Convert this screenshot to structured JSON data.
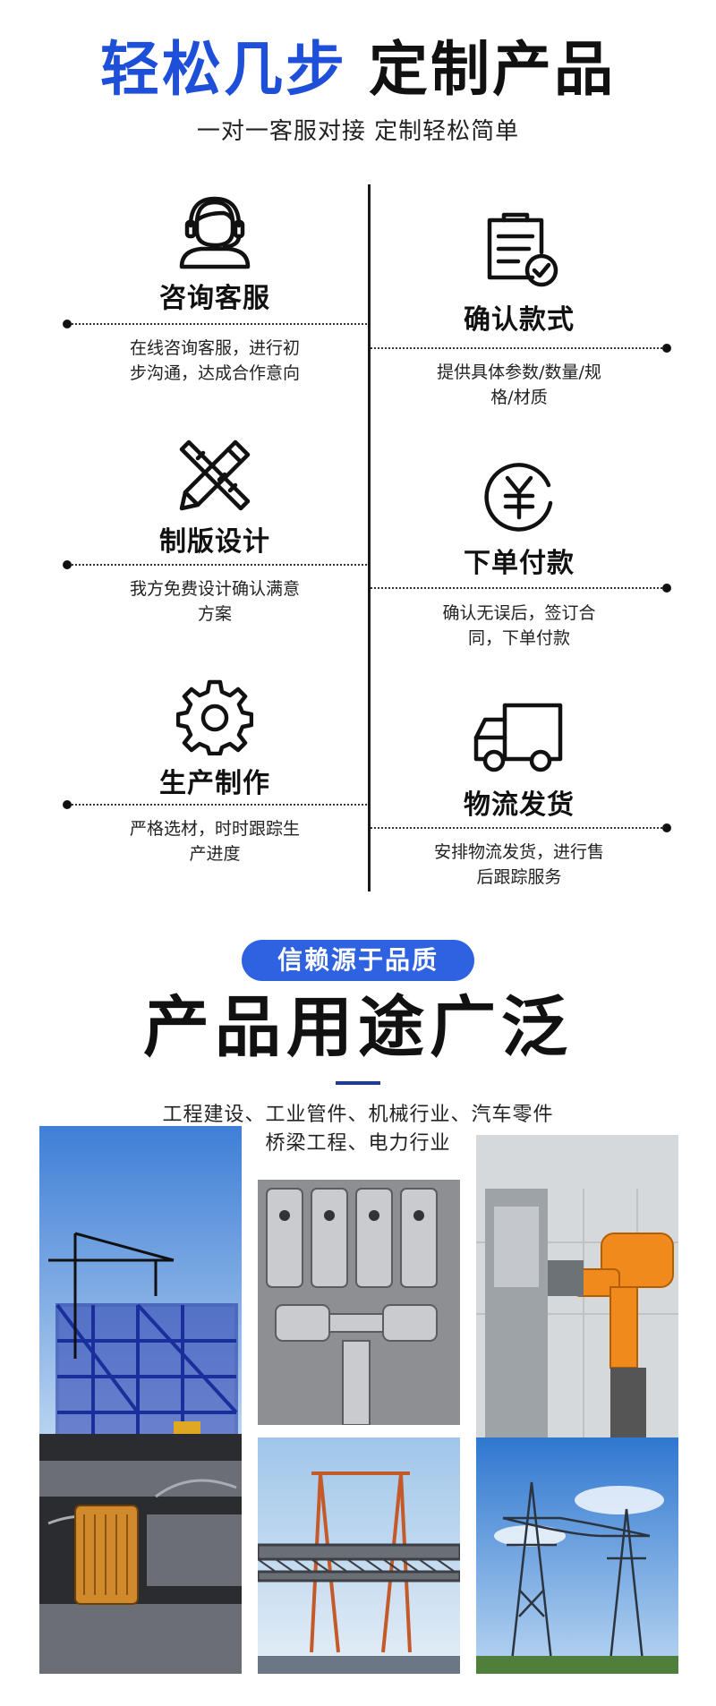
{
  "header": {
    "headline_blue": "轻松几步",
    "headline_dark": "定制产品",
    "subtitle": "一对一客服对接 定制轻松简单"
  },
  "steps": [
    {
      "title": "咨询客服",
      "desc": "在线咨询客服，进行初步沟通，达成合作意向",
      "icon": "customer-service-headset-icon"
    },
    {
      "title": "确认款式",
      "desc": "提供具体参数/数量/规格/材质",
      "icon": "checklist-clipboard-icon"
    },
    {
      "title": "制版设计",
      "desc": "我方免费设计确认满意方案",
      "icon": "pencil-ruler-icon"
    },
    {
      "title": "下单付款",
      "desc": "确认无误后，签订合同，下单付款",
      "icon": "yuan-coin-icon"
    },
    {
      "title": "生产制作",
      "desc": "严格选材，时时跟踪生产进度",
      "icon": "gear-icon"
    },
    {
      "title": "物流发货",
      "desc": "安排物流发货，进行售后跟踪服务",
      "icon": "delivery-truck-icon"
    }
  ],
  "usage": {
    "pill": "信赖源于品质",
    "title": "产品用途广泛",
    "line1": "工程建设、工业管件、机械行业、汽车零件",
    "line2": "桥梁工程、电力行业"
  },
  "colors": {
    "accent_blue": "#1e4fd8",
    "pill_blue": "#2e62e0",
    "dark": "#111111"
  }
}
